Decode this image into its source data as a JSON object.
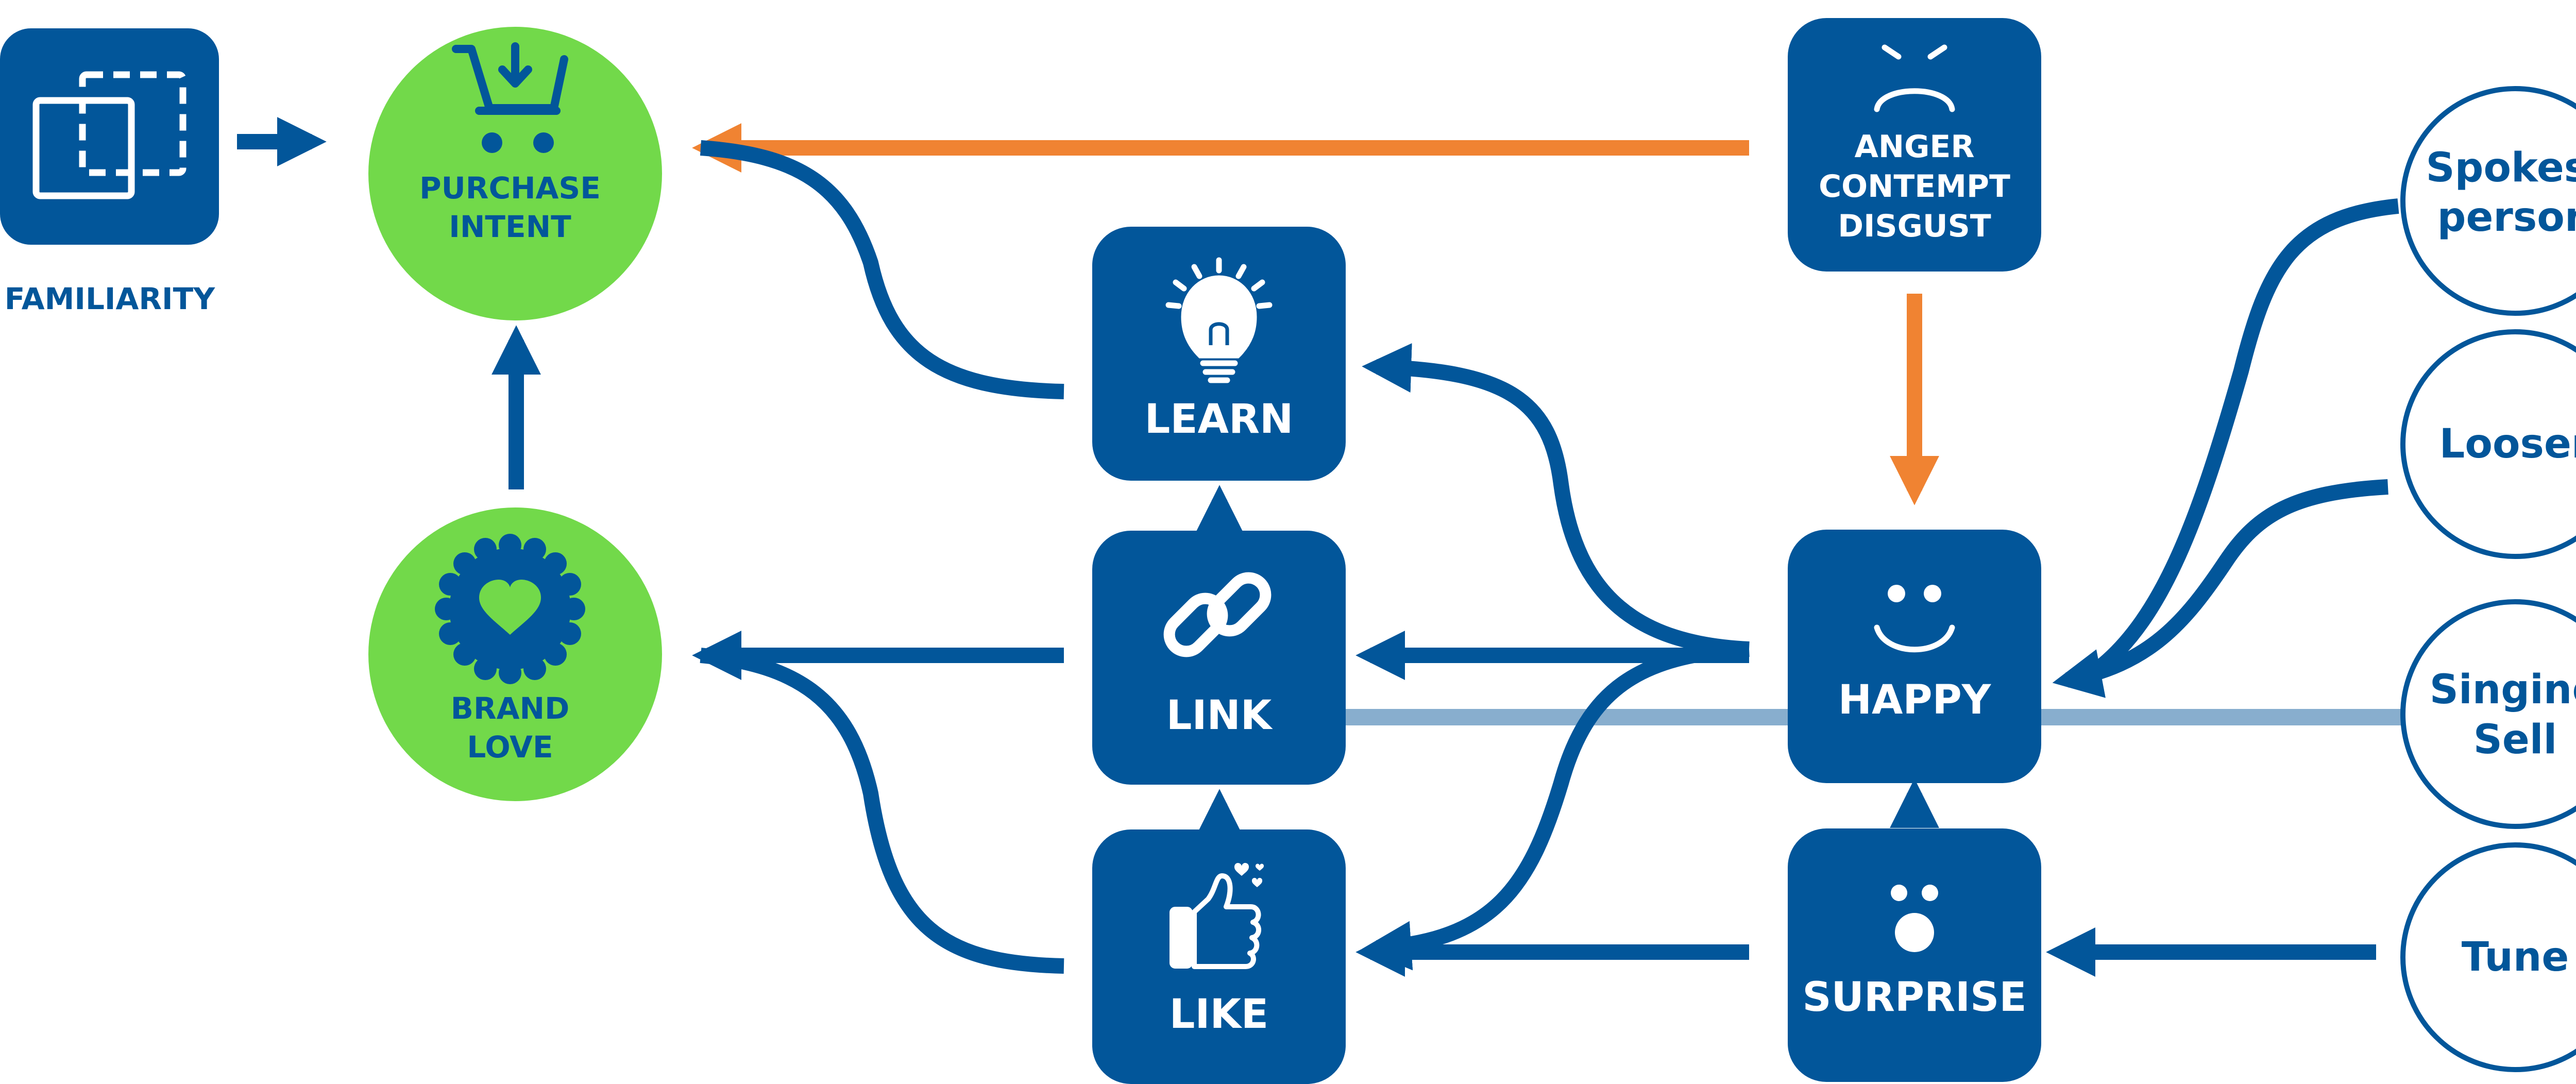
{
  "colors": {
    "brand_blue": "#02569A",
    "light_blue": "#88AECE",
    "green": "#72D94A",
    "orange": "#F08332",
    "white": "#FFFFFF"
  },
  "nodes": {
    "familiarity": {
      "label": "FAMILIARITY",
      "icon": "overlapping-squares-icon"
    },
    "purchase_intent": {
      "line1": "PURCHASE",
      "line2": "INTENT",
      "icon": "shopping-cart-icon"
    },
    "brand_love": {
      "line1": "BRAND",
      "line2": "LOVE",
      "icon": "heart-badge-icon"
    },
    "learn": {
      "label": "LEARN",
      "icon": "lightbulb-icon"
    },
    "link": {
      "label": "LINK",
      "icon": "chain-link-icon"
    },
    "like": {
      "label": "LIKE",
      "icon": "thumbs-up-icon"
    },
    "anger": {
      "line1": "ANGER",
      "line2": "CONTEMPT",
      "line3": "DISGUST",
      "icon": "angry-face-icon"
    },
    "happy": {
      "label": "HAPPY",
      "icon": "smiling-face-icon"
    },
    "surprise": {
      "label": "SURPRISE",
      "icon": "surprised-face-icon"
    },
    "spokesperson": {
      "line1": "Spokes-",
      "line2": "person"
    },
    "looser": {
      "label": "Looser"
    },
    "singing_sell": {
      "line1": "Singing",
      "line2": "Sell"
    },
    "tune": {
      "label": "Tune"
    }
  }
}
